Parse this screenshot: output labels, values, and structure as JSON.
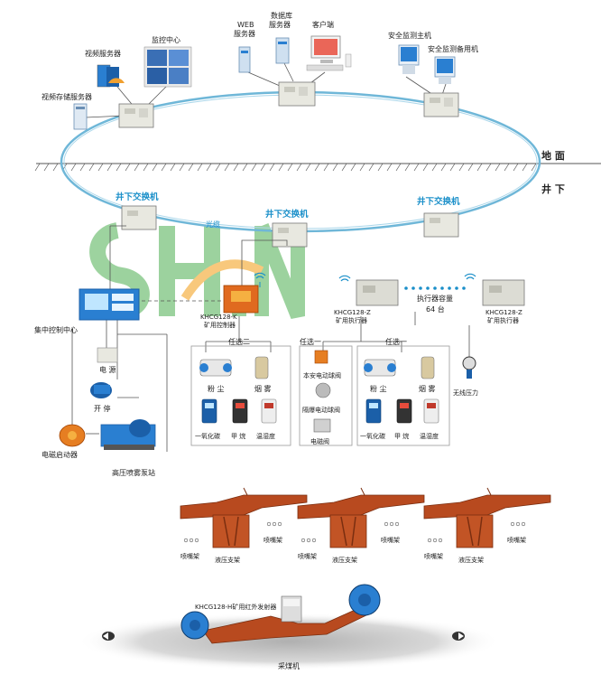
{
  "surface": {
    "servers_video": "视频服务器",
    "monitor_center": "监控中心",
    "video_storage": "视频存储服务器",
    "web_server": "WEB 服务器",
    "db_server": "数据库 服务器",
    "client": "客户端",
    "safety_host": "安全监测主机",
    "safety_backup": "安全监测备用机"
  },
  "ground": {
    "above": "地 面",
    "below": "井 下"
  },
  "underground": {
    "switch_label": "井下交换机",
    "fiber_label": "光缆"
  },
  "controller": {
    "centralized_control": "集中控制中心",
    "power": "电 源",
    "start_stop": "开 停",
    "motor_starter": "电磁启动器",
    "pump_station": "高压喷雾泵站",
    "khc_k_model": "KHCG128-K",
    "khc_k_name": "矿用控制器",
    "khc_z_model": "KHCG128-Z",
    "khc_z_name": "矿用执行器",
    "capacity_label": "执行器容量",
    "capacity_value": "64 台"
  },
  "sensors": {
    "choose_two": "任选二",
    "choose_one": "任选一",
    "dust": "粉 尘",
    "smoke": "烟 雾",
    "co": "一氧化碳",
    "methane": "甲 烷",
    "temp_hum": "温湿度",
    "mine_valve": "本安电动球阀",
    "flameproof_valve": "隔爆电动球阀",
    "solenoid_valve": "电磁阀",
    "wireless_pressure": "无线压力"
  },
  "supports": {
    "nozzle_frame": "喷嘴架",
    "hydraulic_support": "液压支架"
  },
  "shearer": {
    "ir_emitter": "KHCG128-H矿用红外发射器",
    "shearer_label": "采煤机"
  },
  "colors": {
    "ring": "#6fb7d8",
    "line": "#555555",
    "switch_box": "#e8e8e0",
    "support": "#b84a1f",
    "accent_blue": "#1a8fc9"
  }
}
